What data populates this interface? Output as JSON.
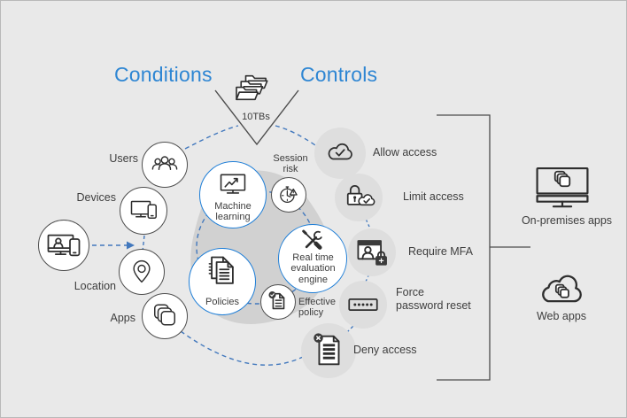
{
  "header": {
    "conditions": "Conditions",
    "controls": "Controls",
    "data_label": "10TBs",
    "funnel_icon": "folders-stack-icon"
  },
  "conditions": {
    "source_icon": "remote-session-monitor-icon",
    "items": [
      {
        "label": "Users",
        "icon": "users-icon"
      },
      {
        "label": "Devices",
        "icon": "devices-icon"
      },
      {
        "label": "Location",
        "icon": "location-pin-icon"
      },
      {
        "label": "Apps",
        "icon": "apps-stack-icon"
      }
    ]
  },
  "engine": {
    "machine_learning": {
      "label": "Machine\nlearning",
      "icon": "trend-monitor-icon"
    },
    "realtime": {
      "label": "Real time\nevaluation\nengine",
      "icon": "crossed-tools-icon"
    },
    "policies": {
      "label": "Policies",
      "icon": "documents-icon"
    },
    "session_risk": {
      "label": "Session\nrisk",
      "icon": "stopwatch-warning-icon"
    },
    "effective_policy": {
      "label": "Effective\npolicy",
      "icon": "document-check-icon"
    }
  },
  "controls": {
    "items": [
      {
        "label": "Allow access",
        "icon": "cloud-check-icon"
      },
      {
        "label": "Limit access",
        "icon": "lock-cloud-icon"
      },
      {
        "label": "Require MFA",
        "icon": "window-person-lock-icon"
      },
      {
        "label": "Force\npassword reset",
        "icon": "password-dots-icon"
      },
      {
        "label": "Deny access",
        "icon": "document-deny-icon"
      }
    ]
  },
  "targets": {
    "items": [
      {
        "label": "On-premises apps",
        "icon": "monitor-apps-icon"
      },
      {
        "label": "Web apps",
        "icon": "cloud-apps-icon"
      }
    ]
  },
  "palette": {
    "accent_blue": "#2e86d3",
    "circle_blue_border": "#1e7ed7",
    "dashed_line_blue": "#4278bd",
    "background": "#e9e9e9",
    "blob_gray": "#d1d1d1",
    "outcome_circle_gray": "#dedede",
    "text_gray": "#3d3d3d",
    "icon_ink": "#2e2e2e",
    "structure_line": "#4d4d4d"
  }
}
